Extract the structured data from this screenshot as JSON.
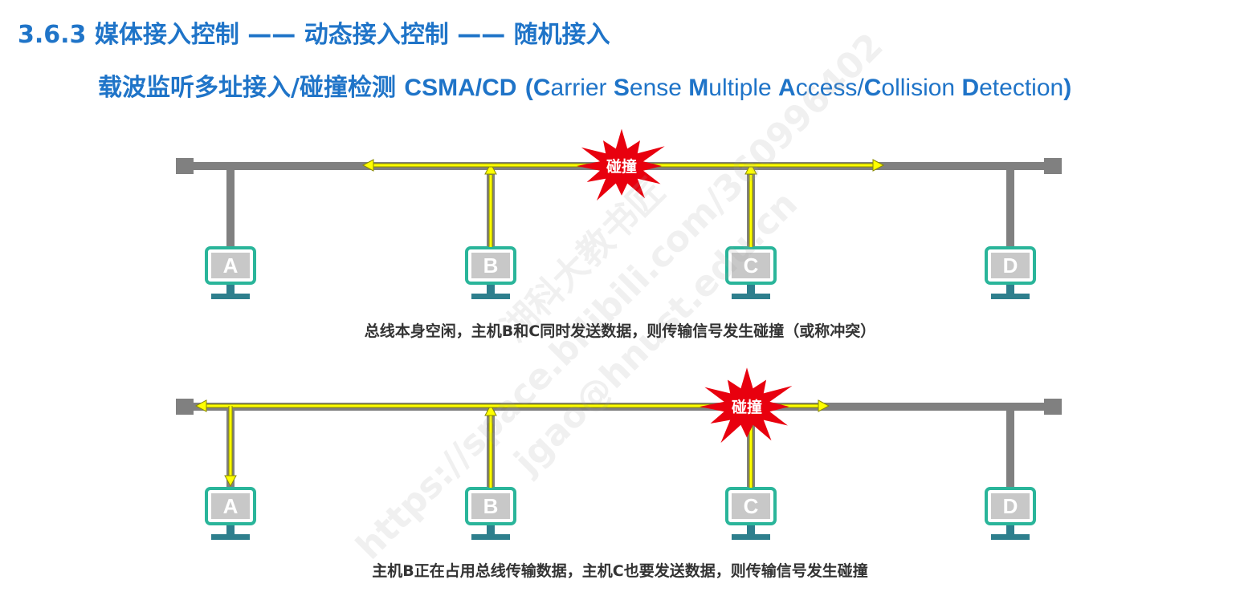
{
  "title": "3.6.3 媒体接入控制 —— 动态接入控制 —— 随机接入",
  "subtitle": {
    "cn": "载波监听多址接入/碰撞检测",
    "en": "CSMA/CD",
    "expansion_parts": [
      {
        "text": "(",
        "cap": true
      },
      {
        "text": "C",
        "cap": true
      },
      {
        "text": "arrier ",
        "cap": false
      },
      {
        "text": "S",
        "cap": true
      },
      {
        "text": "ense ",
        "cap": false
      },
      {
        "text": "M",
        "cap": true
      },
      {
        "text": "ultiple ",
        "cap": false
      },
      {
        "text": "A",
        "cap": true
      },
      {
        "text": "ccess/",
        "cap": false
      },
      {
        "text": "C",
        "cap": true
      },
      {
        "text": "ollision ",
        "cap": false
      },
      {
        "text": "D",
        "cap": true
      },
      {
        "text": "etection",
        "cap": false
      },
      {
        "text": ")",
        "cap": true
      }
    ]
  },
  "hosts": [
    "A",
    "B",
    "C",
    "D"
  ],
  "collision_label": "碰撞",
  "scenarios": [
    {
      "caption": "总线本身空闲，主机B和C同时发送数据，则传输信号发生碰撞（或称冲突）"
    },
    {
      "caption": "主机B正在占用总线传输数据，主机C也要发送数据，则传输信号发生碰撞"
    }
  ],
  "watermark": [
    "湖科大教书匠",
    "https://space.bilibili.com/360996402",
    "jgao@hnust.edu.cn"
  ],
  "colors": {
    "title": "#1f74c8",
    "bus": "#808080",
    "signal": "#ffff00",
    "signal_outline": "#8a8a00",
    "host_frame": "#2ab59a",
    "host_screen": "#c8c8c8",
    "host_stand": "#2e7f8d",
    "collision": "#e8000e"
  }
}
